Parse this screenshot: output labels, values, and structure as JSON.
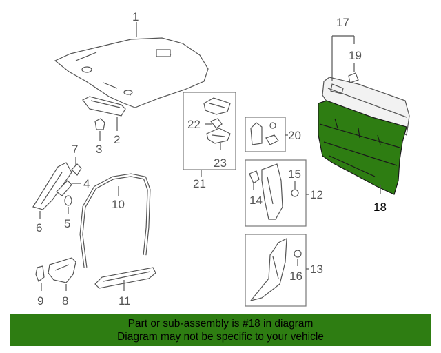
{
  "callouts": {
    "c1": "1",
    "c2": "2",
    "c3": "3",
    "c4": "4",
    "c5": "5",
    "c6": "6",
    "c7": "7",
    "c8": "8",
    "c9": "9",
    "c10": "10",
    "c11": "11",
    "c12": "12",
    "c13": "13",
    "c14": "14",
    "c15": "15",
    "c16": "16",
    "c17": "17",
    "c18": "18",
    "c19": "19",
    "c20": "20",
    "c21": "21",
    "c22": "22",
    "c23": "23"
  },
  "highlight_color": "#2e7d12",
  "banner": {
    "line1": "Part or sub-assembly is #18 in diagram",
    "line2": "Diagram may not be specific to your vehicle"
  }
}
